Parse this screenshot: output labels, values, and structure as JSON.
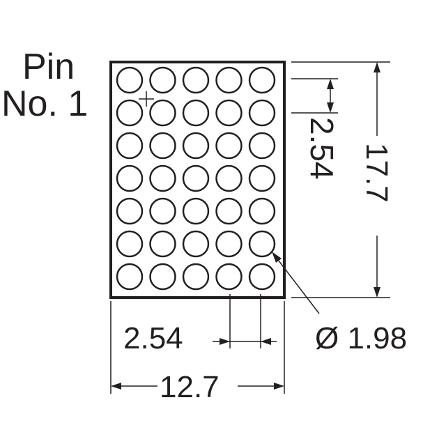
{
  "labels": {
    "pin_line1": "Pin",
    "pin_line2": "No. 1",
    "pitch_vertical": "2.54",
    "height": "17.7",
    "pitch_horizontal": "2.54",
    "diameter": "Ø 1.98",
    "width": "12.7"
  },
  "matrix": {
    "columns": 5,
    "rows": 7
  },
  "colors": {
    "ink": "#231f20",
    "background": "#ffffff"
  }
}
